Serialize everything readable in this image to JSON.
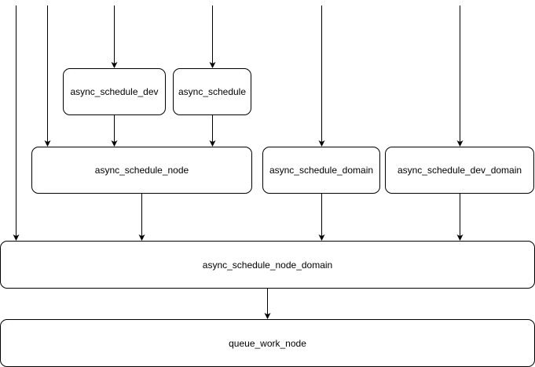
{
  "diagram": {
    "nodes": {
      "async_schedule_dev": "async_schedule_dev",
      "async_schedule": "async_schedule",
      "async_schedule_node": "async_schedule_node",
      "async_schedule_domain": "async_schedule_domain",
      "async_schedule_dev_domain": "async_schedule_dev_domain",
      "async_schedule_node_domain": "async_schedule_node_domain",
      "queue_work_node": "queue_work_node"
    },
    "edges": [
      {
        "from": "external",
        "to": "async_schedule_dev"
      },
      {
        "from": "external",
        "to": "async_schedule"
      },
      {
        "from": "external",
        "to": "async_schedule_node"
      },
      {
        "from": "external",
        "to": "async_schedule_domain"
      },
      {
        "from": "external",
        "to": "async_schedule_dev_domain"
      },
      {
        "from": "external",
        "to": "async_schedule_node_domain"
      },
      {
        "from": "async_schedule_dev",
        "to": "async_schedule_node"
      },
      {
        "from": "async_schedule",
        "to": "async_schedule_node"
      },
      {
        "from": "async_schedule_node",
        "to": "async_schedule_node_domain"
      },
      {
        "from": "async_schedule_domain",
        "to": "async_schedule_node_domain"
      },
      {
        "from": "async_schedule_dev_domain",
        "to": "async_schedule_node_domain"
      },
      {
        "from": "async_schedule_node_domain",
        "to": "queue_work_node"
      }
    ],
    "line_color": "#000000",
    "node_fill": "#ffffff"
  }
}
